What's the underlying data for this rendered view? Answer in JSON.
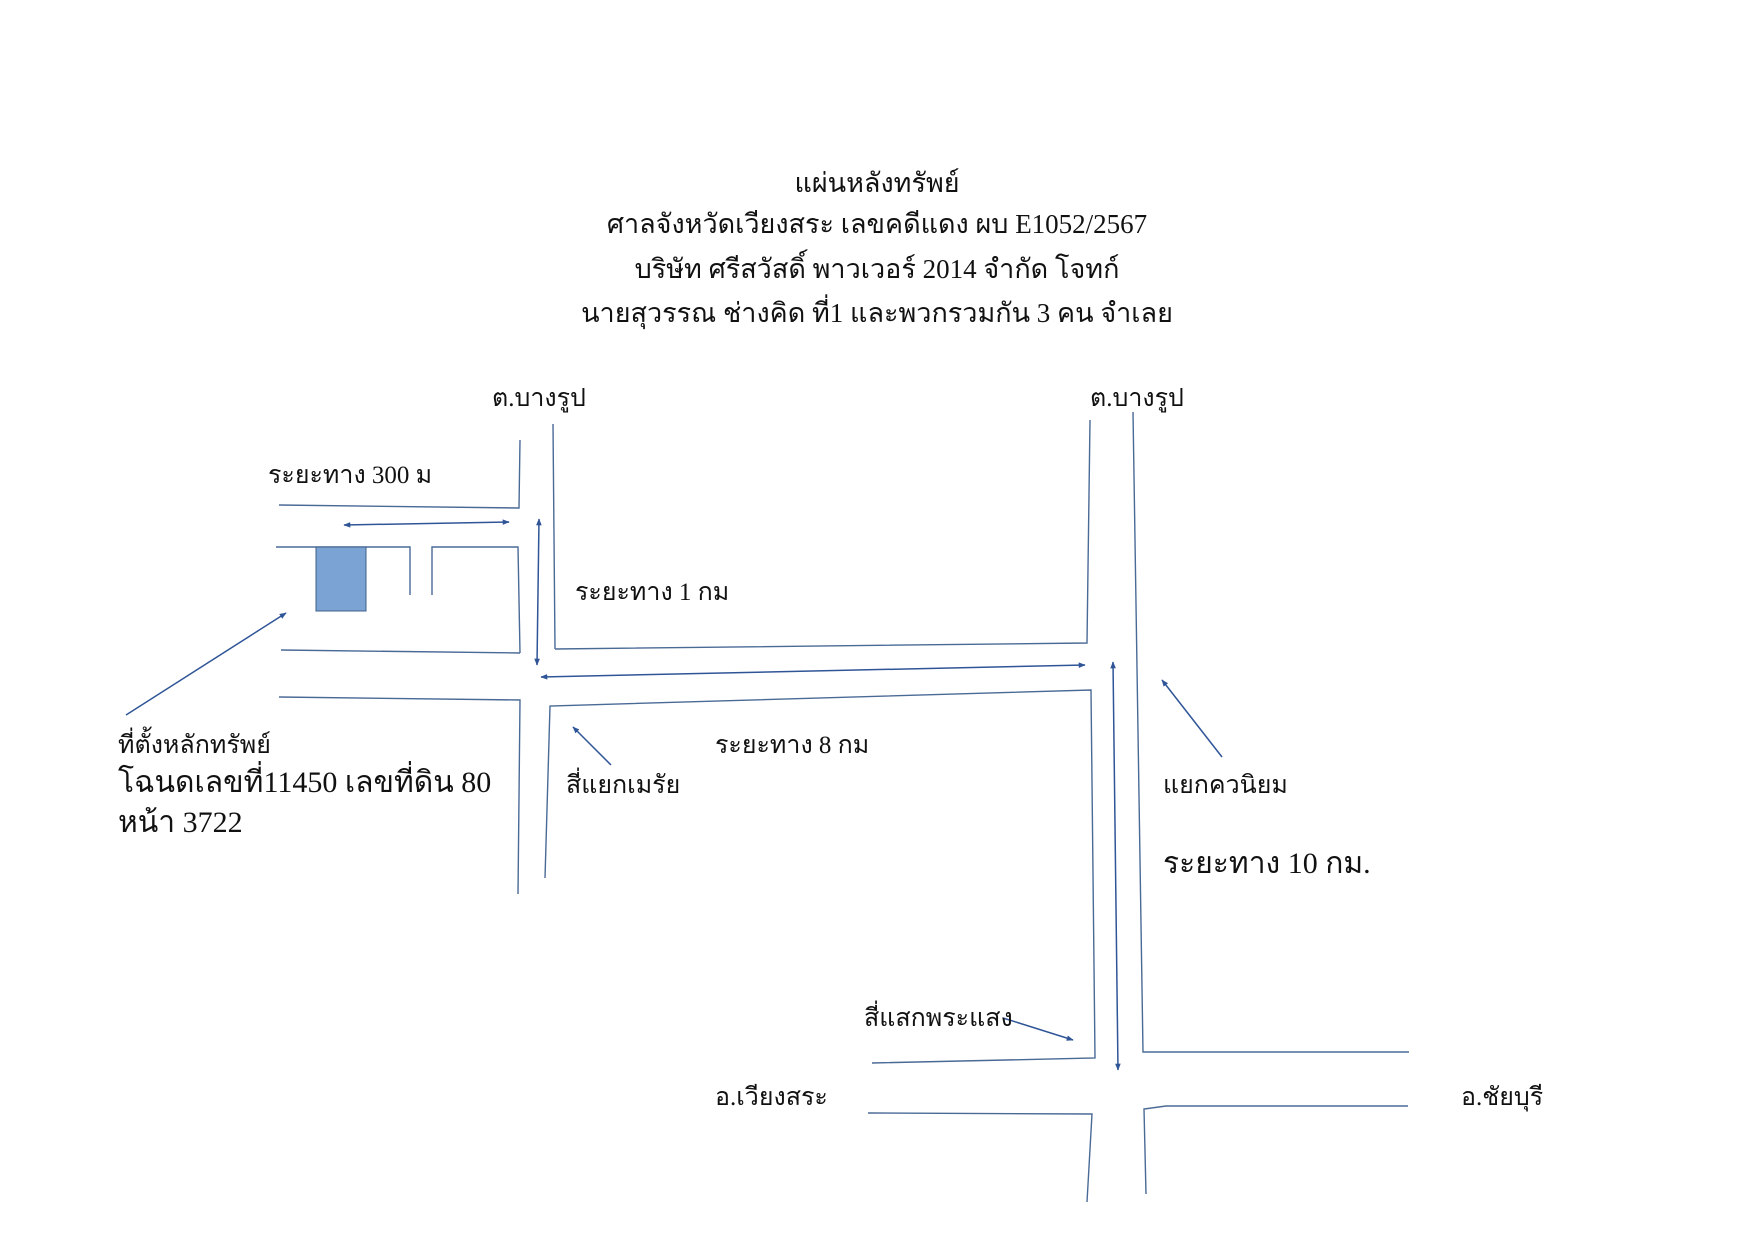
{
  "title": {
    "line1": "แผ่นหลังทรัพย์",
    "line2": "ศาลจังหวัดเวียงสระ เลขคดีแดง ผบ E1052/2567",
    "line3": "บริษัท ศรีสวัสดิ์ พาวเวอร์ 2014   จำกัด   โจทก์",
    "line4": "นายสุวรรณ ช่างคิด ที่1 และพวกรวมกัน 3 คน  จำเลย"
  },
  "labels": {
    "bang_rup_left": "ต.บางรูป",
    "bang_rup_right": "ต.บางรูป",
    "dist_300": "ระยะทาง 300 ม",
    "dist_1km": "ระยะทาง 1 กม",
    "dist_8km": "ระยะทาง  8 กม",
    "dist_10km": "ระยะทาง 10 กม.",
    "mem_rai": "สี่แยกเมรัย",
    "khuan_niyom": "แยกควนิยม",
    "phra_saeng": "สี่แสกพระแสง",
    "wiang_sa": "อ.เวียงสระ",
    "chai_buri": "อ.ชัยบุรี"
  },
  "location_note": {
    "line1": "ที่ตั้งหลักทรัพย์",
    "line2": "โฉนดเลขที่11450 เลขที่ดิน 80",
    "line3": "หน้า 3722"
  },
  "colors": {
    "road_line": "#4a6a96",
    "arrow": "#2f5597",
    "lot_fill": "#7ba3d4",
    "lot_stroke": "#3f5f8a",
    "text": "#111111"
  }
}
